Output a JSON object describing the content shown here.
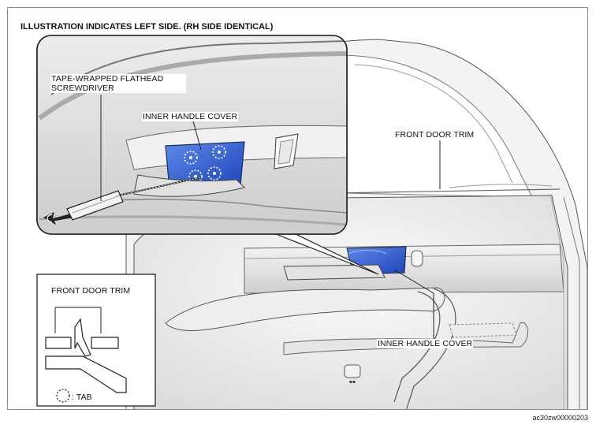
{
  "header": {
    "title": "ILLUSTRATION INDICATES LEFT SIDE. (RH SIDE IDENTICAL)"
  },
  "callouts": {
    "screwdriver": "TAPE-WRAPPED FLATHEAD SCREWDRIVER",
    "inner_handle_cover_detail": "INNER HANDLE COVER",
    "front_door_trim_main": "FRONT DOOR TRIM",
    "inner_handle_cover_main": "INNER HANDLE COVER"
  },
  "inset": {
    "front_door_trim": "FRONT DOOR TRIM",
    "legend_tab": ": TAB"
  },
  "footer": {
    "image_code": "ac30zw00000203"
  },
  "colors": {
    "accent_blue": "#2f56c9",
    "line": "#222222",
    "body_grey": "#e9e9e9"
  }
}
